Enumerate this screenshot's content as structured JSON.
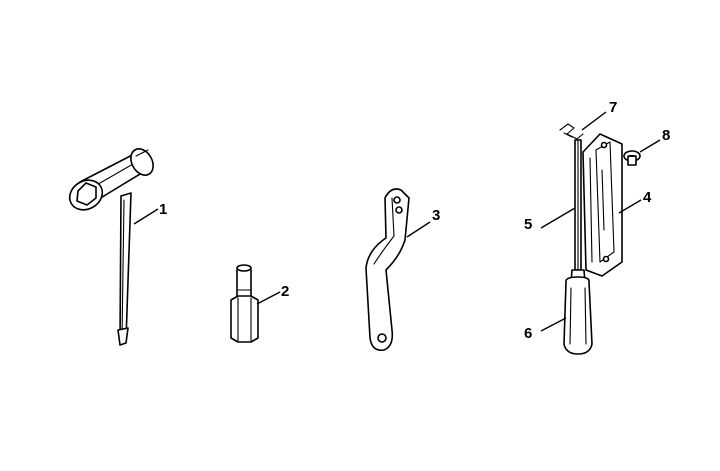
{
  "parts": [
    {
      "label": "1",
      "name": "scrench"
    },
    {
      "label": "2",
      "name": "hex-socket"
    },
    {
      "label": "3",
      "name": "spanner-wrench"
    },
    {
      "label": "4",
      "name": "file-holder"
    },
    {
      "label": "5",
      "name": "round-file"
    },
    {
      "label": "6",
      "name": "file-handle"
    },
    {
      "label": "7",
      "name": "retaining-clip"
    },
    {
      "label": "8",
      "name": "screw"
    }
  ],
  "colors": {
    "ink": "#000000",
    "background": "#ffffff"
  }
}
